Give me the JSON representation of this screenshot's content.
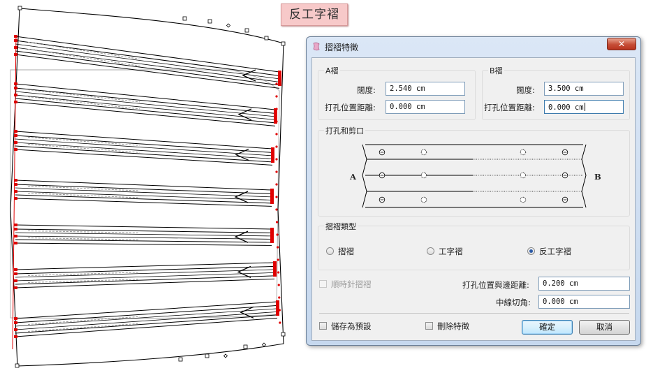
{
  "badge": {
    "label": "反工字褶"
  },
  "dialog": {
    "title": "摺褶特徵",
    "close_label": "✕",
    "group_a": {
      "title": "A褶",
      "width_label": "闊度:",
      "width_value": "2.540 cm",
      "punch_label": "打孔位置距離:",
      "punch_value": "0.000 cm"
    },
    "group_b": {
      "title": "B褶",
      "width_label": "闊度:",
      "width_value": "3.500 cm",
      "punch_label": "打孔位置距離:",
      "punch_value": "0.000 cm"
    },
    "punch_notch": {
      "title": "打孔和剪口",
      "left_label": "A",
      "right_label": "B"
    },
    "pleat_type": {
      "title": "摺褶類型",
      "options": [
        "摺褶",
        "工字褶",
        "反工字褶"
      ],
      "selected": "反工字褶"
    },
    "clockwise_label": "順時針摺褶",
    "edge_distance_label": "打孔位置與邊距離:",
    "edge_distance_value": "0.200 cm",
    "centerline_angle_label": "中線切角:",
    "centerline_angle_value": "0.000 cm",
    "save_default_label": "儲存為預設",
    "delete_feature_label": "刪除特徵",
    "ok_label": "確定",
    "cancel_label": "取消"
  },
  "colors": {
    "pattern_line": "#000000",
    "notch_marker": "#e00000",
    "dialog_frame": "#c6d8ee",
    "badge_bg": "#f7c9c9"
  }
}
